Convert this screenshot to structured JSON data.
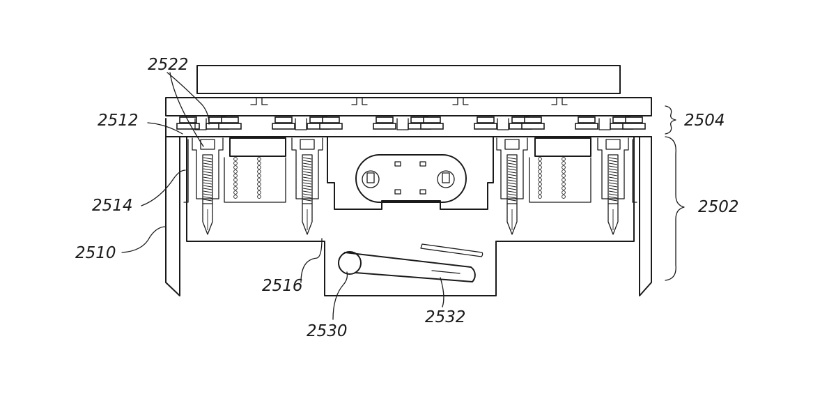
{
  "labels": {
    "l2522": "2522",
    "l2512": "2512",
    "l2504": "2504",
    "l2514": "2514",
    "l2502": "2502",
    "l2510": "2510",
    "l2516": "2516",
    "l2530": "2530",
    "l2532": "2532"
  },
  "colors": {
    "line": "#1a1a1a",
    "background": "#ffffff"
  }
}
